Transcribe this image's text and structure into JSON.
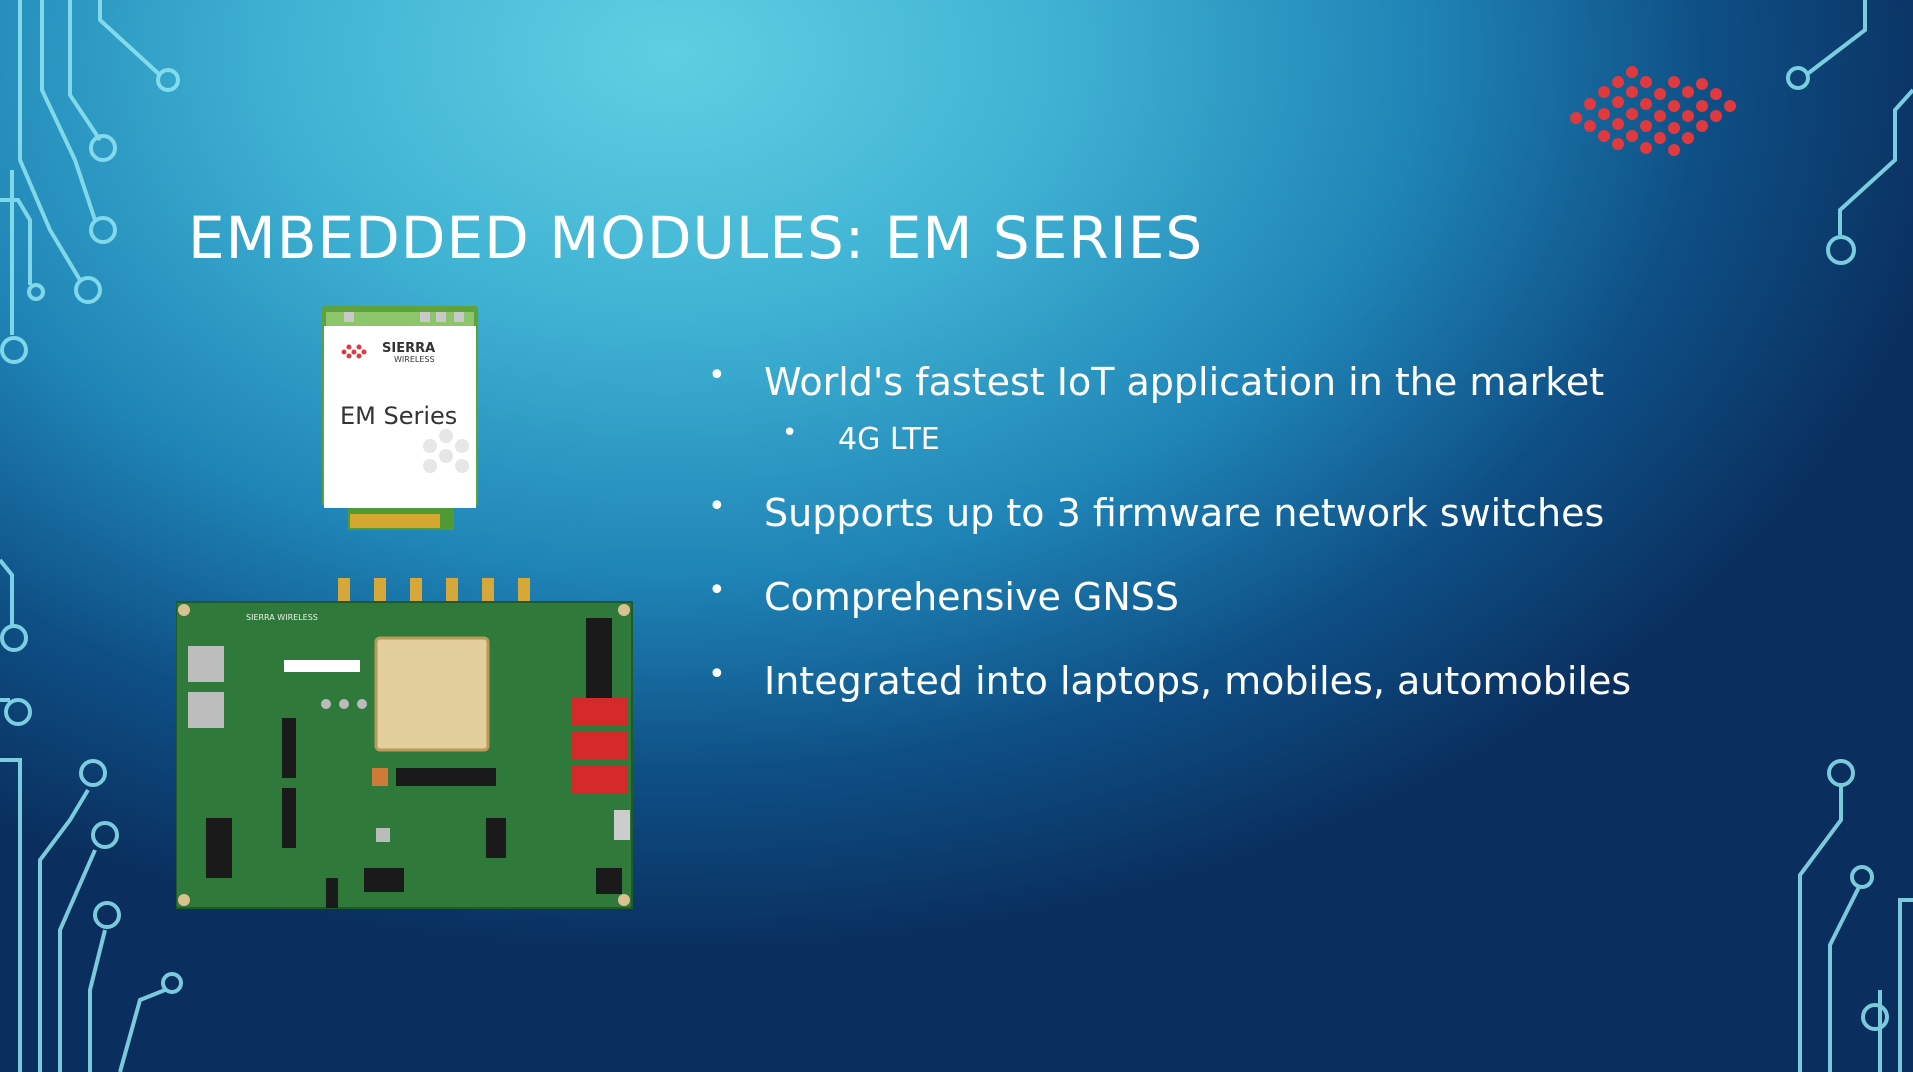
{
  "slide": {
    "title": "EMBEDDED MODULES: EM SERIES",
    "bullets": [
      {
        "level": 1,
        "text": "World's fastest IoT application in the market"
      },
      {
        "level": 2,
        "text": "4G LTE"
      },
      {
        "level": 1,
        "text": "Supports up to 3 firmware network switches"
      },
      {
        "level": 1,
        "text": "Comprehensive GNSS"
      },
      {
        "level": 1,
        "text": "Integrated into laptops, mobiles, automobiles"
      }
    ]
  },
  "module_image": {
    "brand_top": "SIERRA",
    "brand_bottom": "WIRELESS",
    "product_label": "EM Series"
  },
  "board_image": {
    "silkscreen": "SIERRA WIRELESS"
  },
  "colors": {
    "logo_red": "#e0393e",
    "circuit_line": "#7fe6f2",
    "board_green": "#2f7a3a"
  }
}
